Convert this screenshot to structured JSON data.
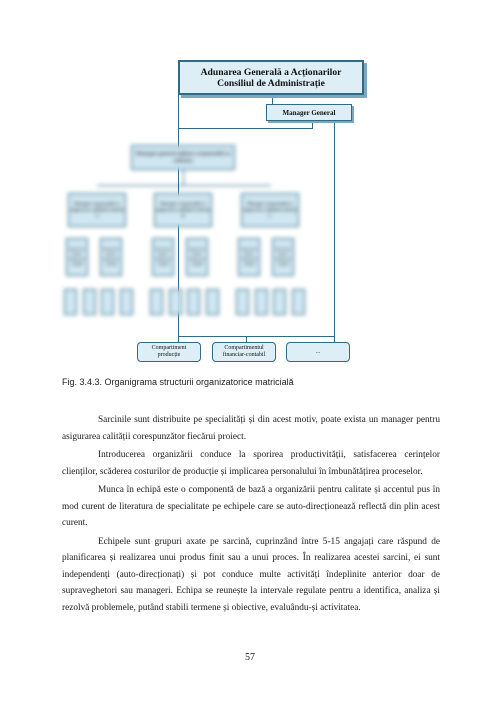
{
  "chart": {
    "top_box": {
      "line1": "Adunarea Generală a Acționarilor",
      "line2": "Consiliul de Administrație"
    },
    "manager_box": "Manager General",
    "blurred_cross_box": "Manager general adjunct responsabil cu calitatea",
    "blurred_project_managers": [
      "Manager responsabil cu asigurarea calității la divizia A",
      "Manager responsabil cu asigurarea calității la divizia B",
      "Manager responsabil cu asigurarea calității la divizia C"
    ],
    "blurred_supervisor_label": "Supervizor pentru asigurarea calității",
    "departments": [
      {
        "line1": "Compartiment",
        "line2": "producție"
      },
      {
        "line1": "Compartimentul",
        "line2": "financiar-contabil"
      },
      {
        "line1": "...",
        "line2": ""
      }
    ]
  },
  "caption": "Fig. 3.4.3. Organigrama structurii organizatorice matricială",
  "paragraphs": [
    "Sarcinile sunt distribuite pe specialități și din acest motiv, poate exista un manager pentru asigurarea calității corespunzător fiecărui proiect.",
    "Introducerea organizării conduce la sporirea productivității, satisfacerea cerințelor clienților, scăderea costurilor de producție și implicarea personalului în îmbunătățirea proceselor.",
    "Munca în echipă este o componentă de bază a organizării pentru calitate și accentul pus în mod curent de literatura de specialitate pe echipele care se auto-direcționează reflectă din plin acest curent.",
    "Echipele sunt grupuri axate pe sarcină, cuprinzând între 5-15 angajați care răspund de planificarea și realizarea unui produs finit sau a unui proces. În realizarea acestei sarcini, ei sunt independenți (auto-direcționați) și pot conduce multe activități îndeplinite anterior doar de supraveghetori sau manageri. Echipa se reunește la intervale regulate pentru a identifica, analiza și rezolvă problemele, putând stabili termene și obiective, evaluându-și activitatea."
  ],
  "page_number": "57"
}
